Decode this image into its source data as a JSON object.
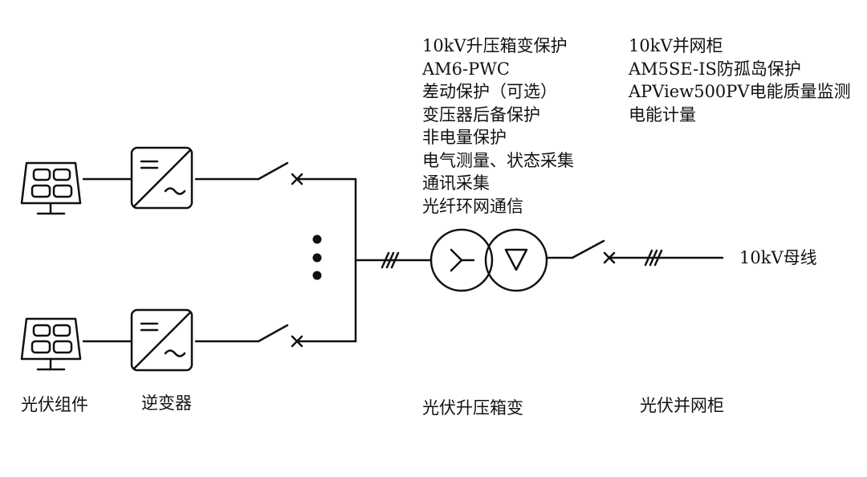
{
  "upstep_box_protection": {
    "items": [
      "10kV升压箱变保护",
      "AM6-PWC",
      "差动保护（可选）",
      "变压器后备保护",
      "非电量保护",
      "电气测量、状态采集",
      "通讯采集",
      "光纤环网通信"
    ]
  },
  "grid_cabinet_protection": {
    "items": [
      "10kV并网柜",
      "AM5SE-IS防孤岛保护",
      "APView500PV电能质量监测",
      "电能计量"
    ]
  },
  "bus_label": "10kV母线",
  "component_labels": {
    "pv_module": "光伏组件",
    "inverter": "逆变器",
    "box_transformer": "光伏升压箱变",
    "grid_cabinet": "光伏并网柜"
  },
  "inverter_symbols": {
    "dc": "=",
    "ac": "~"
  },
  "colors": {
    "stroke": "#111111",
    "background": "#ffffff"
  }
}
